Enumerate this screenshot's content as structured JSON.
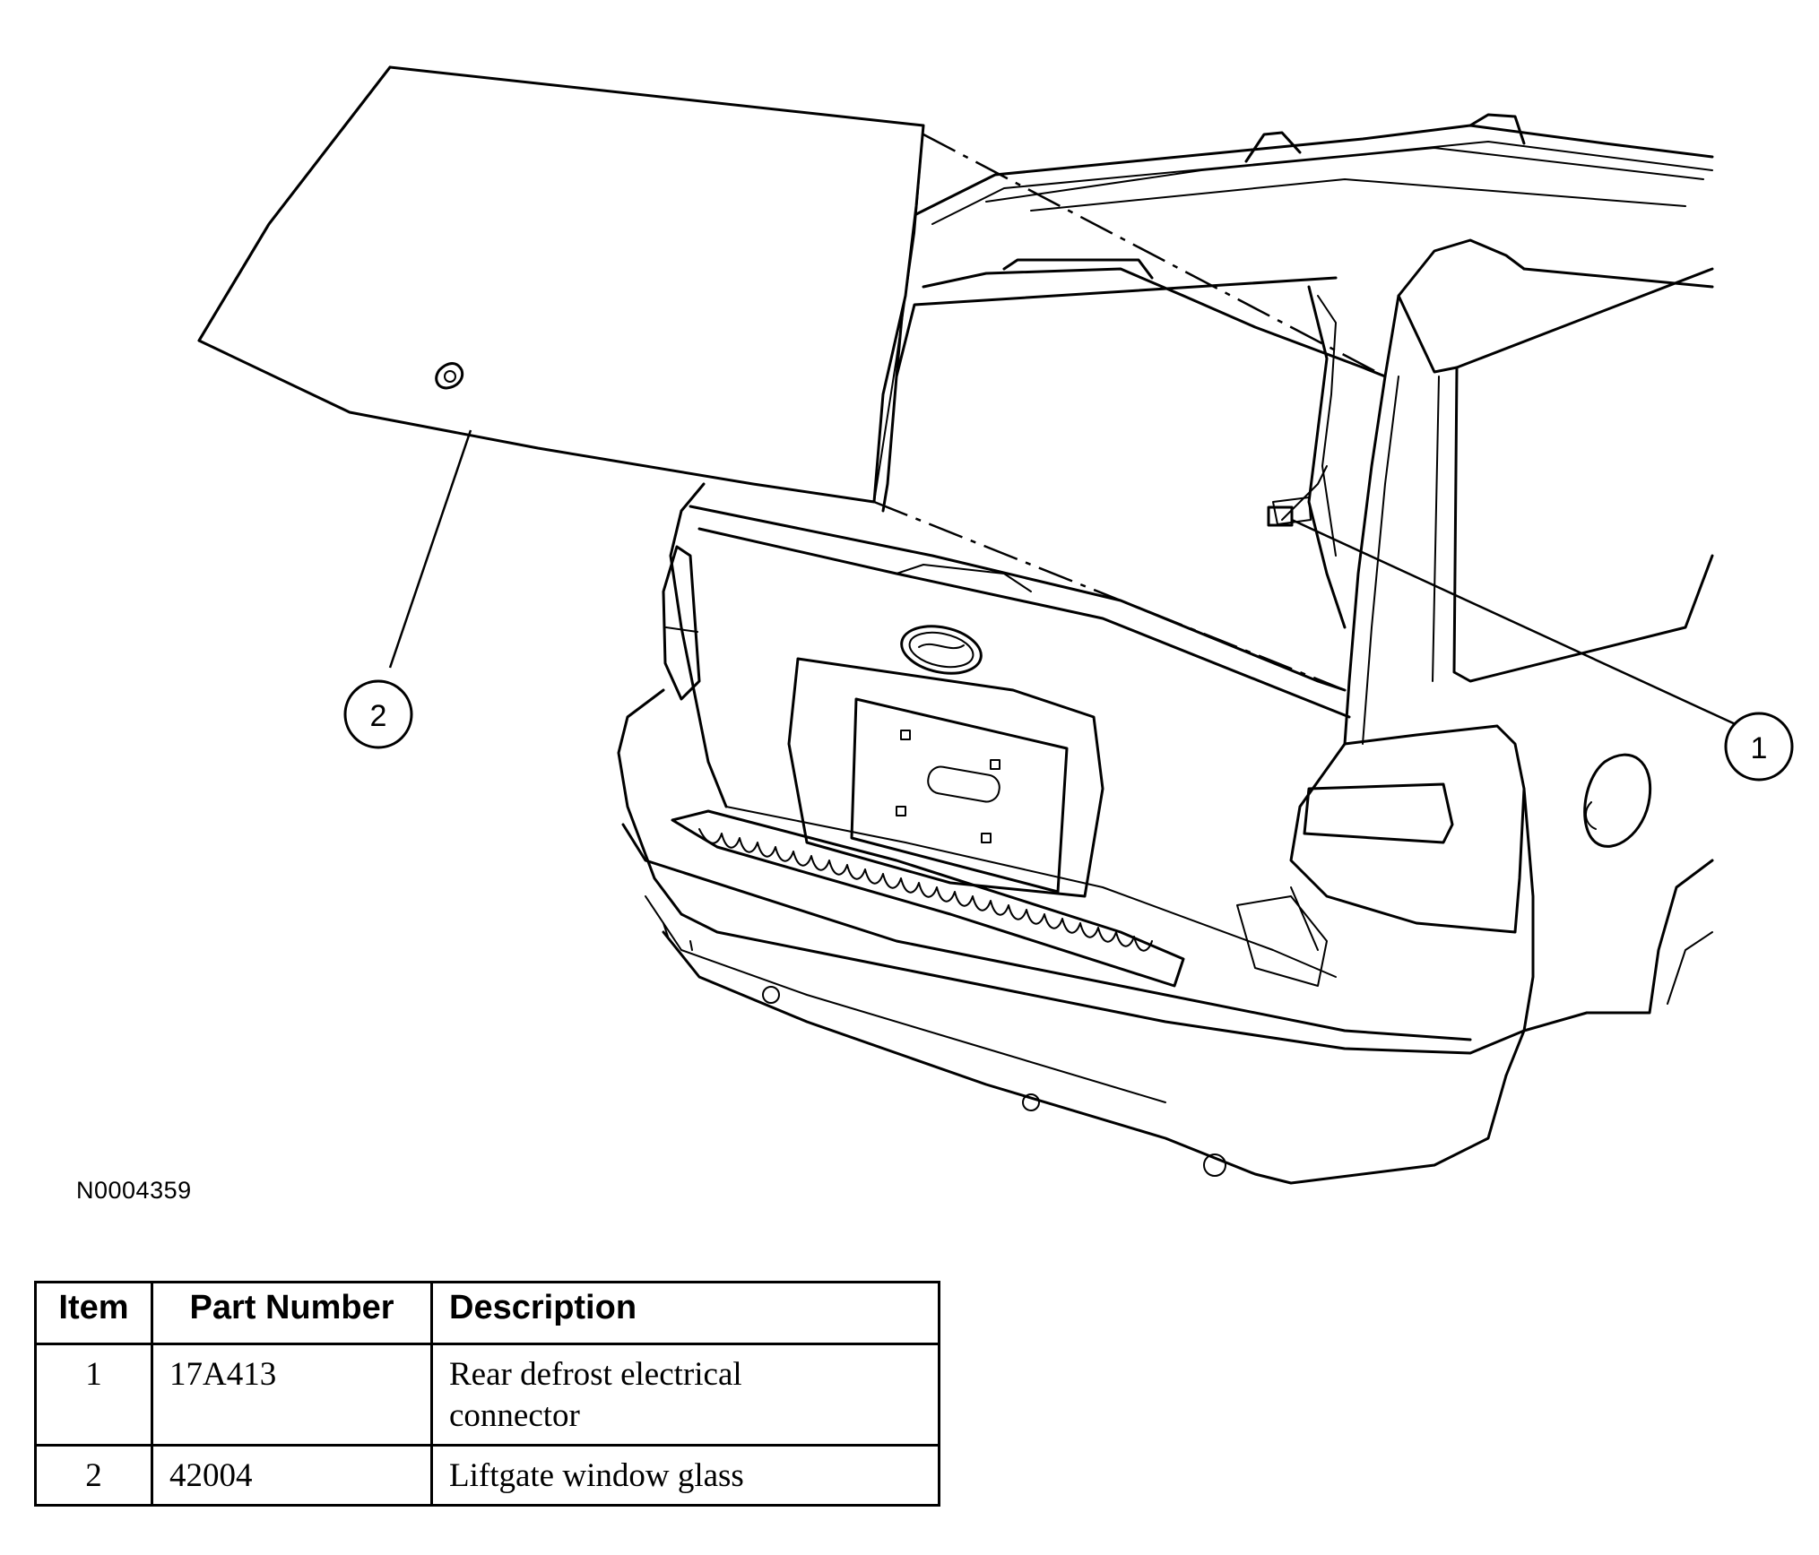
{
  "figure": {
    "id": "N0004359",
    "callouts": [
      "2",
      "1"
    ],
    "icons": [
      "ford-oval-emblem-icon",
      "license-plate-icon",
      "step-pad-icon"
    ]
  },
  "parts_table": {
    "headers": {
      "item": "Item",
      "part_number": "Part Number",
      "description": "Description"
    },
    "rows": [
      {
        "item": "1",
        "part_number": "17A413",
        "description_line1": "Rear defrost electrical",
        "description_line2": "connector"
      },
      {
        "item": "2",
        "part_number": "42004",
        "description_line1": "Liftgate window glass",
        "description_line2": ""
      }
    ]
  }
}
